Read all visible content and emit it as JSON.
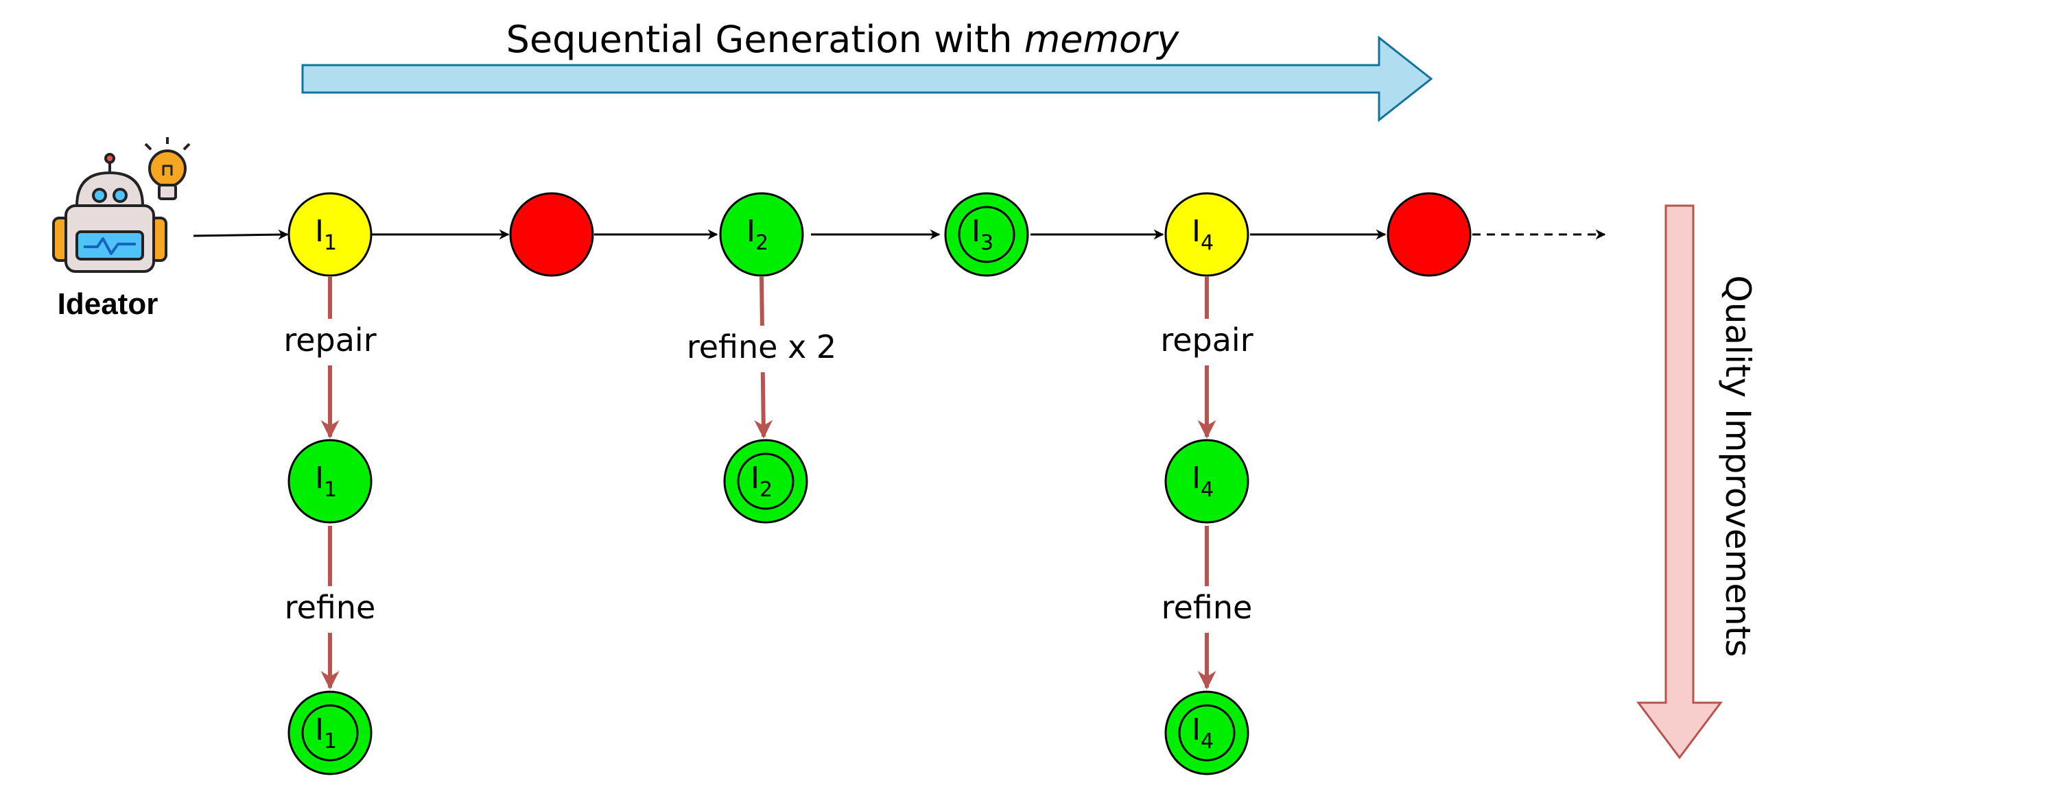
{
  "top_arrow": {
    "prefix": "Sequential Generation with ",
    "emph": "memory"
  },
  "side_arrow": {
    "label": "Quality Improvements"
  },
  "ideator": {
    "label": "Ideator"
  },
  "colors": {
    "yellow": "#ffff00",
    "green": "#00ee00",
    "red": "#ff0000",
    "edge_red": "#b85450",
    "top_arrow_fill": "#b1ddf0",
    "top_arrow_stroke": "#10739e",
    "side_arrow_fill": "#f8cecc",
    "side_arrow_stroke": "#b85450"
  },
  "nodes": [
    {
      "id": "n1",
      "color": "yellow",
      "double": false,
      "letter": "I",
      "sub": "1"
    },
    {
      "id": "n2",
      "color": "red",
      "double": false,
      "letter": "",
      "sub": ""
    },
    {
      "id": "n3",
      "color": "green",
      "double": false,
      "letter": "I",
      "sub": "2"
    },
    {
      "id": "n4",
      "color": "green",
      "double": true,
      "letter": "I",
      "sub": "3"
    },
    {
      "id": "n5",
      "color": "yellow",
      "double": false,
      "letter": "I",
      "sub": "4"
    },
    {
      "id": "n6",
      "color": "red",
      "double": false,
      "letter": "",
      "sub": ""
    },
    {
      "id": "n1a",
      "color": "green",
      "double": false,
      "letter": "I",
      "sub": "1"
    },
    {
      "id": "n1b",
      "color": "green",
      "double": true,
      "letter": "I",
      "sub": "1"
    },
    {
      "id": "n3a",
      "color": "green",
      "double": true,
      "letter": "I",
      "sub": "2"
    },
    {
      "id": "n5a",
      "color": "green",
      "double": false,
      "letter": "I",
      "sub": "4"
    },
    {
      "id": "n5b",
      "color": "green",
      "double": true,
      "letter": "I",
      "sub": "4"
    }
  ],
  "edge_labels": {
    "e1": "repair",
    "e2": "refine",
    "e3": "refine x 2",
    "e4": "repair",
    "e5": "refine"
  }
}
